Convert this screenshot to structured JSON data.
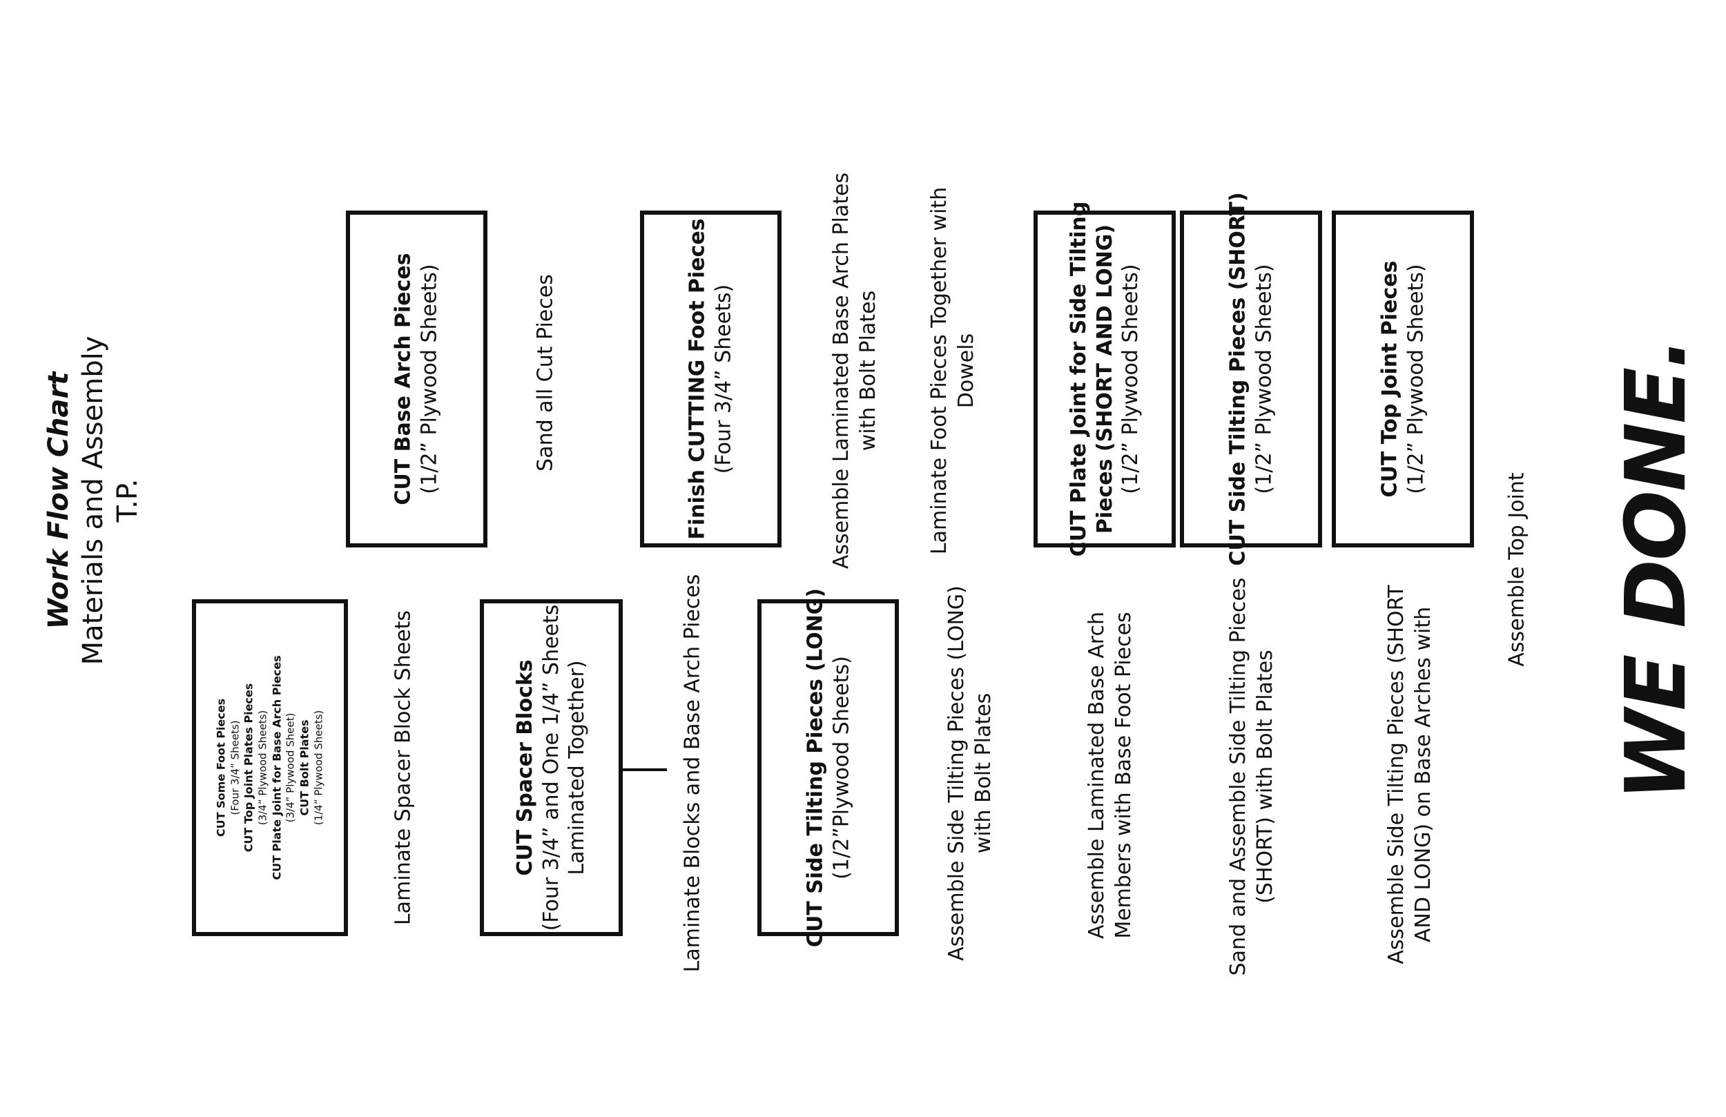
{
  "title": {
    "main": "Work Flow Chart",
    "subtitle": "Materials and Assembly",
    "author": "T.P."
  },
  "steps": {
    "cut_some": {
      "lines": [
        {
          "text": "CUT Some Foot Pieces",
          "bold": true
        },
        {
          "text": "(Four 3/4” Sheets)",
          "bold": false
        },
        {
          "text": "CUT Top Joint Plates Pieces",
          "bold": true
        },
        {
          "text": "(3/4” Plywood Sheets)",
          "bold": false
        },
        {
          "text": "CUT Plate Joint for Base Arch Pieces",
          "bold": true
        },
        {
          "text": "(3/4” Plywood Sheet)",
          "bold": false
        },
        {
          "text": "CUT  Bolt Plates",
          "bold": true
        },
        {
          "text": "(1/4” Plywood Sheets)",
          "bold": false
        }
      ]
    },
    "cut_base_arch": {
      "title": "CUT Base Arch Pieces",
      "detail": "(1/2”  Plywood Sheets)"
    },
    "laminate_spacer": {
      "text": "Laminate Spacer Block Sheets"
    },
    "sand_all": {
      "text": "Sand all Cut Pieces"
    },
    "cut_spacer": {
      "title": "CUT Spacer Blocks",
      "detail_1": "(Four 3/4” and One 1/4”  Sheets",
      "detail_2": "Laminated Together)"
    },
    "finish_foot": {
      "title": "Finish CUTTING Foot Pieces",
      "detail": "(Four 3/4”  Sheets)"
    },
    "laminate_blocks": {
      "text": "Laminate Blocks and Base Arch Pieces"
    },
    "cut_side_long": {
      "title": "CUT Side Tilting Pieces (LONG)",
      "detail": "(1/2”Plywood Sheets)"
    },
    "assemble_base_plates": {
      "line_1": "Assemble Laminated Base Arch Plates",
      "line_2": "with Bolt Plates"
    },
    "laminate_foot": {
      "line_1": "Laminate Foot Pieces Together with",
      "line_2": "Dowels"
    },
    "assemble_side_long": {
      "line_1": "Assemble Side Tilting Pieces (LONG)",
      "line_2": "with Bolt Plates"
    },
    "cut_plate_joint": {
      "title_1": "CUT Plate Joint for Side Tilting",
      "title_2": "Pieces (SHORT AND LONG)",
      "detail": "(1/2” Plywood Sheets)"
    },
    "assemble_members": {
      "line_1": "Assemble Laminated Base Arch",
      "line_2": "Members with Base Foot Pieces"
    },
    "cut_side_short": {
      "title": "CUT Side Tilting Pieces (SHORT)",
      "detail": "(1/2” Plywood Sheets)"
    },
    "sand_assemble_short": {
      "line_1": "Sand and Assemble Side Tilting Pieces",
      "line_2": "(SHORT) with Bolt Plates"
    },
    "cut_top_joint": {
      "title": "CUT Top Joint Pieces",
      "detail": "(1/2” Plywood Sheets)"
    },
    "assemble_side_arches": {
      "line_1": "Assemble Side Tilting Pieces (SHORT",
      "line_2": "AND LONG) on Base Arches with"
    },
    "assemble_top": {
      "text": "Assemble Top Joint"
    }
  },
  "closing": "WE DONE."
}
